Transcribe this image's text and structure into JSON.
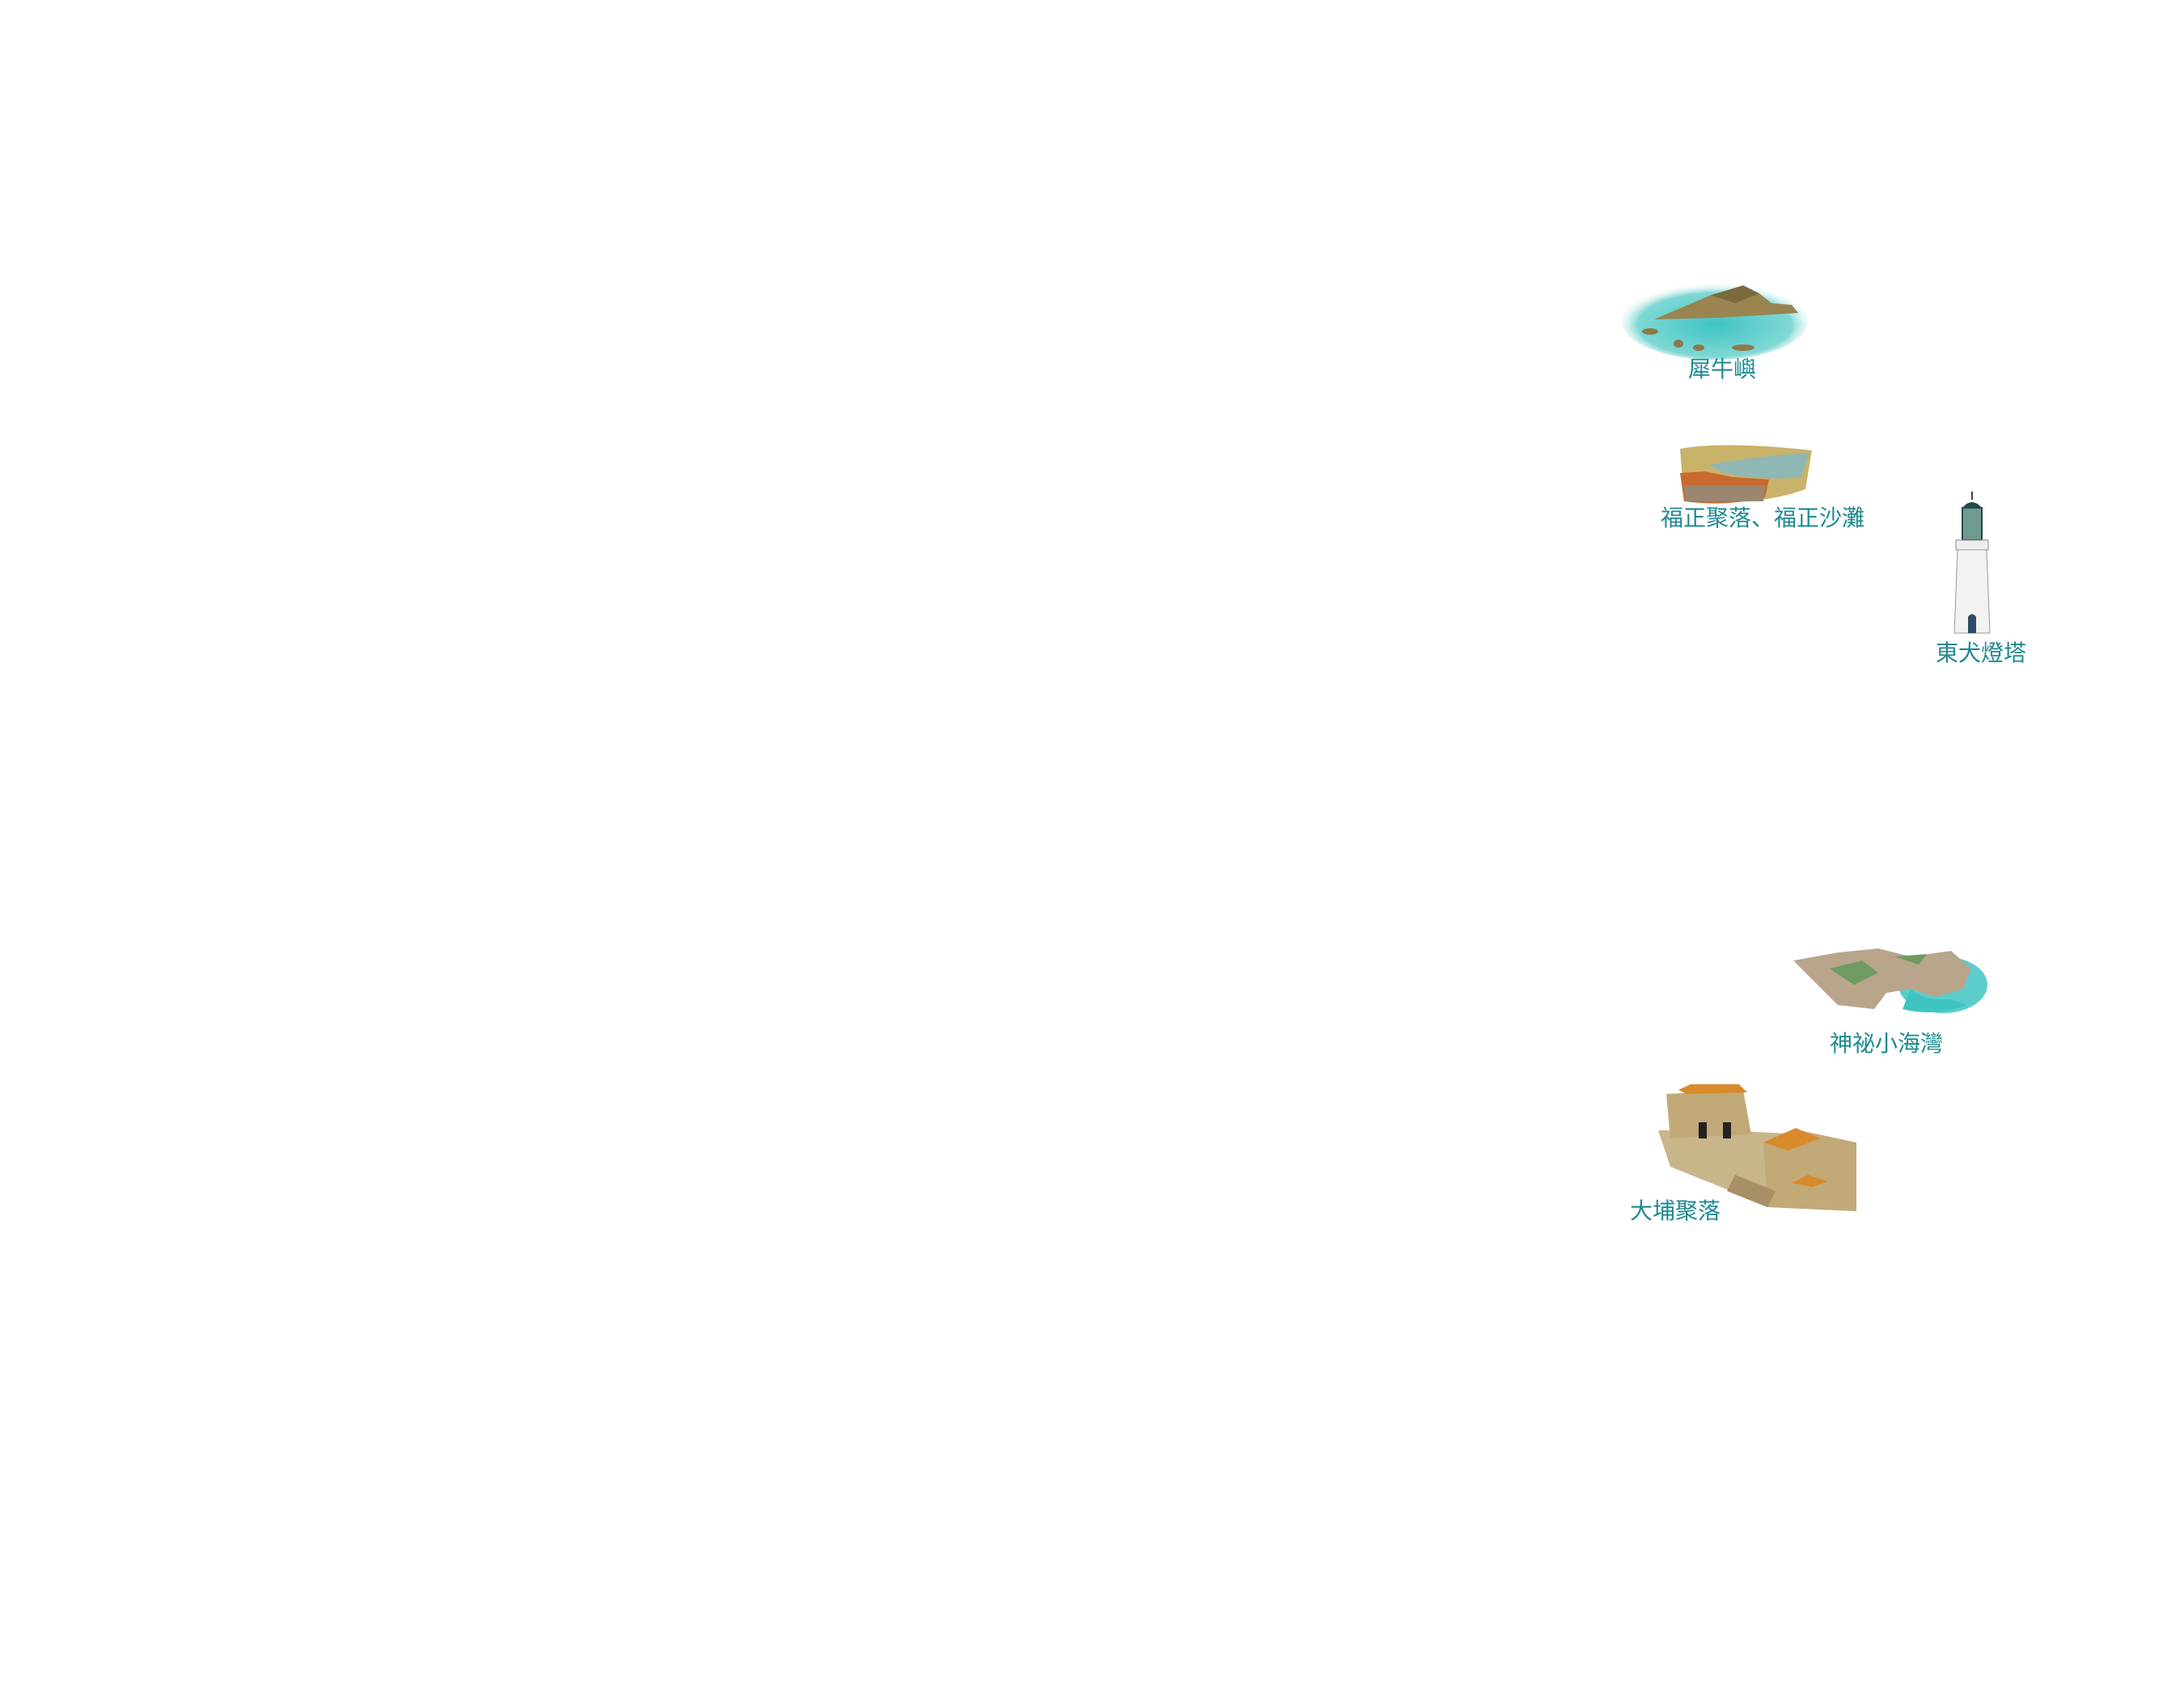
{
  "colors": {
    "label": "#1d8a90",
    "sea": "#3fc4c4",
    "rock": "#9a8450",
    "roof": "#d98a2a",
    "stone": "#c9b58a"
  },
  "landmarks": [
    {
      "name": "犀牛嶼",
      "icon": "island-illustration"
    },
    {
      "name": "福正聚落、福正沙灘",
      "icon": "village-beach-illustration"
    },
    {
      "name": "東犬燈塔",
      "icon": "lighthouse-illustration"
    },
    {
      "name": "神祕小海灣",
      "icon": "cove-illustration"
    },
    {
      "name": "大埔聚落",
      "icon": "stone-houses-illustration"
    }
  ]
}
